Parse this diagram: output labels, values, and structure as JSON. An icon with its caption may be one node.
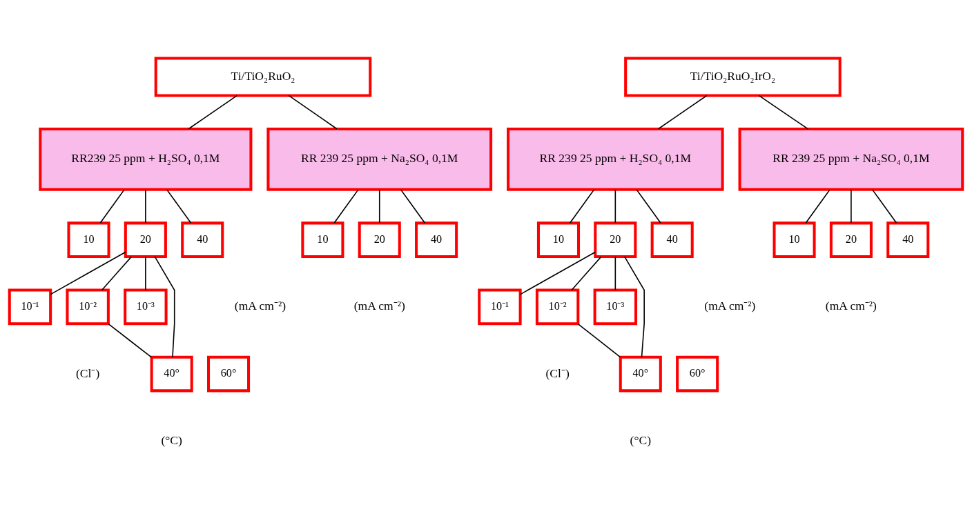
{
  "diagram": {
    "nodes": [
      {
        "text": [
          "Ti/TiO₂RuO₂"
        ]
      },
      {
        "text": [
          "Ti/TiO₂RuO₂IrO₂"
        ]
      },
      {
        "text": [
          "RR239 25 ppm + H₂SO₄ 0,1M"
        ]
      },
      {
        "text": [
          "RR 239 25 ppm + Na₂SO₄ 0,1M"
        ]
      },
      {
        "text": [
          "RR 239 25 ppm + H₂SO₄ 0,1M"
        ]
      },
      {
        "text": [
          "RR 239 25 ppm + Na₂SO₄ 0,1M"
        ]
      },
      {
        "text": [
          "10"
        ]
      },
      {
        "text": [
          "20"
        ]
      },
      {
        "text": [
          "40"
        ]
      },
      {
        "text": [
          "10"
        ]
      },
      {
        "text": [
          "20"
        ]
      },
      {
        "text": [
          "40"
        ]
      },
      {
        "text": [
          "10"
        ]
      },
      {
        "text": [
          "20"
        ]
      },
      {
        "text": [
          "40"
        ]
      },
      {
        "text": [
          "10"
        ]
      },
      {
        "text": [
          "20"
        ]
      },
      {
        "text": [
          "40"
        ]
      },
      {
        "text": [
          "10⁻¹"
        ]
      },
      {
        "text": [
          "10⁻²"
        ]
      },
      {
        "text": [
          "10⁻³"
        ]
      },
      {
        "text": [
          "10⁻¹"
        ]
      },
      {
        "text": [
          "10⁻²"
        ]
      },
      {
        "text": [
          "10⁻³"
        ]
      },
      {
        "text": [
          "40°"
        ]
      },
      {
        "text": [
          "60°"
        ]
      },
      {
        "text": [
          "40°"
        ]
      },
      {
        "text": [
          "60°"
        ]
      }
    ],
    "edges": [
      {
        "from": 0,
        "to": 2,
        "arrow": "none"
      },
      {
        "from": 0,
        "to": 3,
        "arrow": "none"
      },
      {
        "from": 1,
        "to": 4,
        "arrow": "none"
      },
      {
        "from": 1,
        "to": 5,
        "arrow": "none"
      },
      {
        "from": 2,
        "to": 6,
        "arrow": "none"
      },
      {
        "from": 2,
        "to": 7,
        "arrow": "none"
      },
      {
        "from": 2,
        "to": 8,
        "arrow": "none"
      },
      {
        "from": 3,
        "to": 9,
        "arrow": "none"
      },
      {
        "from": 3,
        "to": 10,
        "arrow": "none"
      },
      {
        "from": 3,
        "to": 11,
        "arrow": "none"
      },
      {
        "from": 4,
        "to": 12,
        "arrow": "none"
      },
      {
        "from": 4,
        "to": 13,
        "arrow": "none"
      },
      {
        "from": 4,
        "to": 14,
        "arrow": "none"
      },
      {
        "from": 5,
        "to": 15,
        "arrow": "none"
      },
      {
        "from": 5,
        "to": 16,
        "arrow": "none"
      },
      {
        "from": 5,
        "to": 17,
        "arrow": "none"
      },
      {
        "from": 7,
        "to": 18,
        "arrow": "none"
      },
      {
        "from": 7,
        "to": 19,
        "arrow": "none"
      },
      {
        "from": 7,
        "to": 20,
        "arrow": "none"
      },
      {
        "from": 13,
        "to": 21,
        "arrow": "none"
      },
      {
        "from": 13,
        "to": 22,
        "arrow": "none"
      },
      {
        "from": 13,
        "to": 23,
        "arrow": "none"
      },
      {
        "from": 7,
        "to": 24,
        "arrow": "none"
      },
      {
        "from": 19,
        "to": 24,
        "arrow": "none"
      },
      {
        "from": 13,
        "to": 26,
        "arrow": "none"
      },
      {
        "from": 22,
        "to": 26,
        "arrow": "none"
      }
    ],
    "labels": [
      "(mA cm⁻²)",
      "(mA cm⁻²)",
      "(mA cm⁻²)",
      "(mA cm⁻²)",
      "(Cl⁻)",
      "(Cl⁻)",
      "(°C)",
      "(°C)"
    ]
  }
}
